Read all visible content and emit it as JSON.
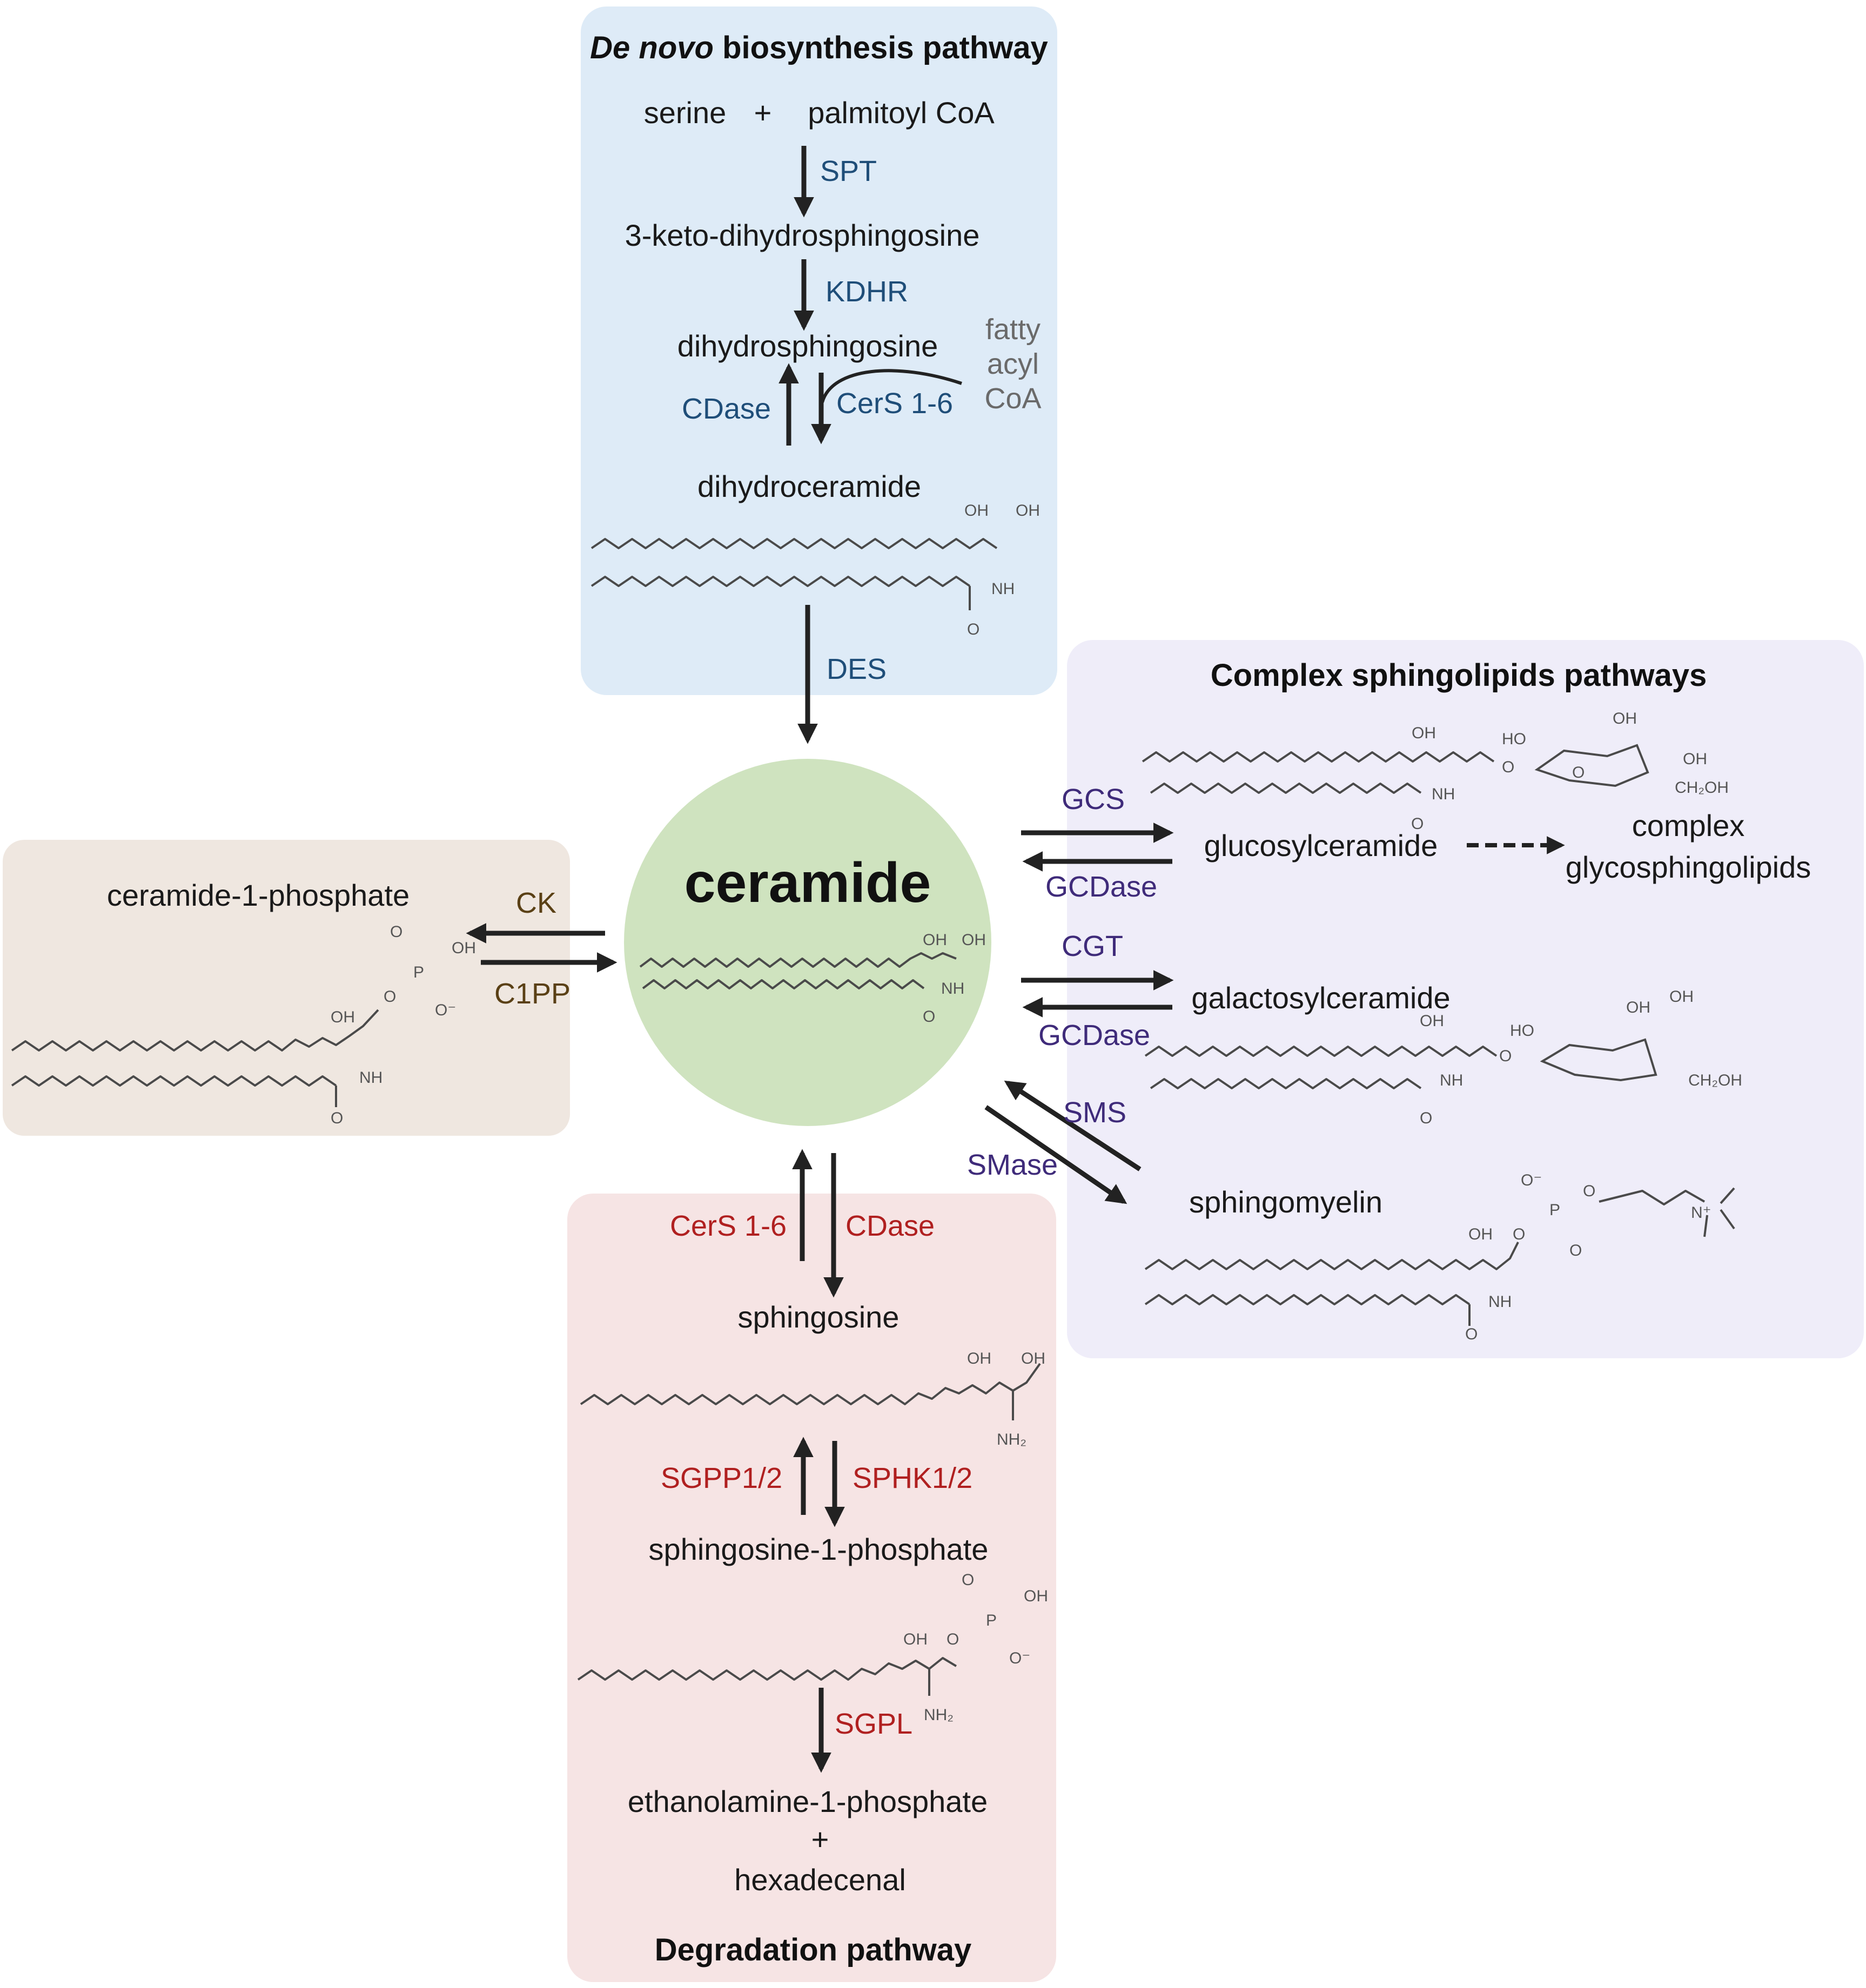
{
  "colors": {
    "denovo_bg": "#deebf7",
    "complex_bg": "#efedf9",
    "c1p_bg": "#efe7e0",
    "degradation_bg": "#f6e4e4",
    "ceramide_circle": "#cfe3bf",
    "enzyme_blue": "#1f4e79",
    "enzyme_purple": "#3f2b7a",
    "enzyme_red": "#b02020",
    "enzyme_brown": "#5a4015"
  },
  "denovo": {
    "title_italic": "De novo",
    "title_rest": " biosynthesis pathway",
    "serine": "serine",
    "plus": "+",
    "palmitoyl": "palmitoyl CoA",
    "spt": "SPT",
    "keto": "3-keto-dihydrosphingosine",
    "kdhr": "KDHR",
    "dihydrosphingosine": "dihydrosphingosine",
    "fatty": "fatty",
    "acyl": "acyl",
    "coa": "CoA",
    "cdase": "CDase",
    "cers": "CerS 1-6",
    "dihydroceramide": "dihydroceramide",
    "des": "DES"
  },
  "ceramide": {
    "label": "ceramide"
  },
  "c1p": {
    "label": "ceramide-1-phosphate",
    "ck": "CK",
    "c1pp": "C1PP"
  },
  "complex": {
    "title": "Complex sphingolipids pathways",
    "gcs": "GCS",
    "glucosylceramide": "glucosylceramide",
    "gcdase1": "GCDase",
    "complex1": "complex",
    "complex2": "glycosphingolipids",
    "cgt": "CGT",
    "galactosylceramide": "galactosylceramide",
    "gcdase2": "GCDase",
    "sms": "SMS",
    "smase": "SMase",
    "sphingomyelin": "sphingomyelin"
  },
  "degradation": {
    "cers": "CerS 1-6",
    "cdase": "CDase",
    "sphingosine": "sphingosine",
    "sgpp": "SGPP1/2",
    "sphk": "SPHK1/2",
    "s1p": "sphingosine-1-phosphate",
    "sgpl": "SGPL",
    "ethanolamine": "ethanolamine-1-phosphate",
    "plus": "+",
    "hexadecenal": "hexadecenal",
    "title": "Degradation pathway"
  },
  "chem": {
    "oh": "OH",
    "nh": "NH",
    "nh2": "NH₂",
    "o": "O",
    "p": "P",
    "o_minus": "O⁻",
    "n_plus": "N⁺",
    "ch2oh": "CH₂OH",
    "ho": "HO"
  }
}
